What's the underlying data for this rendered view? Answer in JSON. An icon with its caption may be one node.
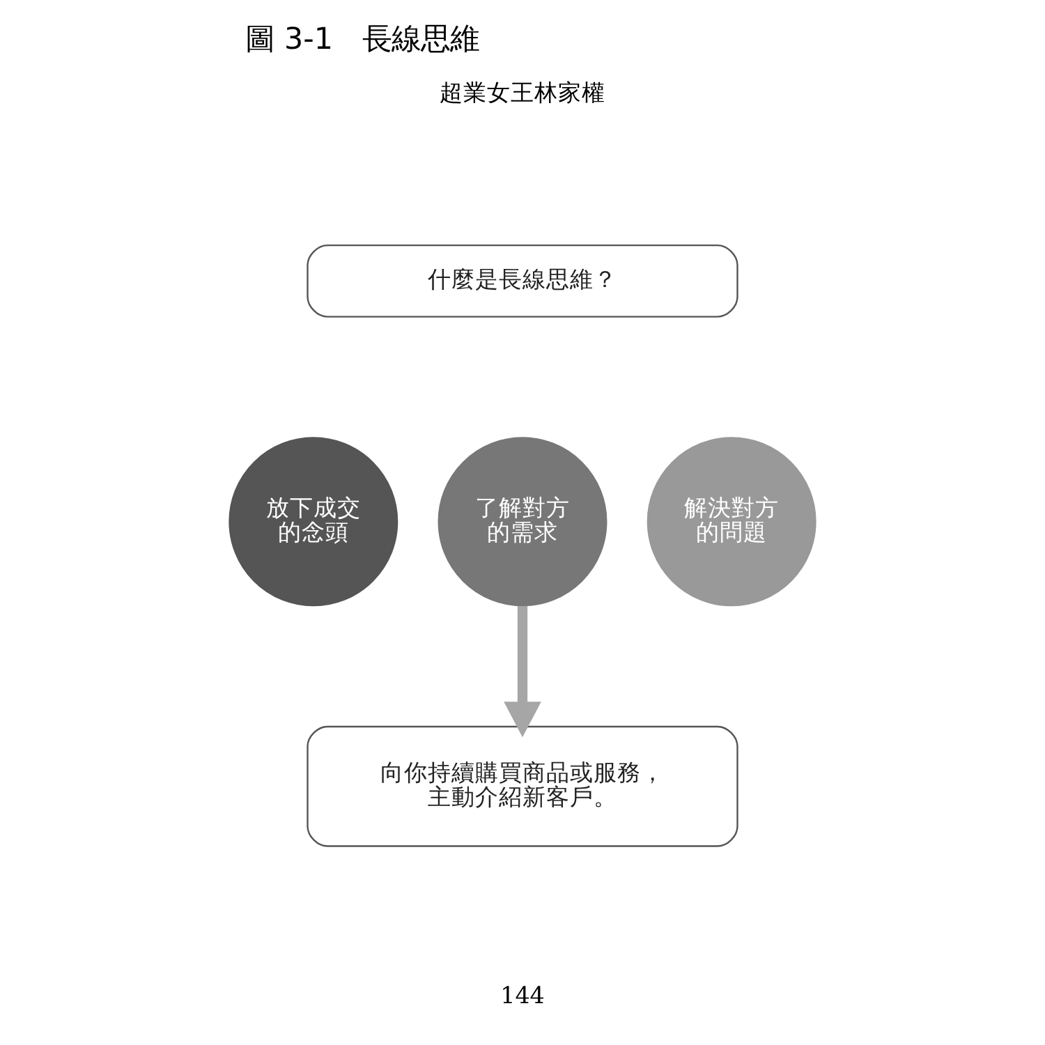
{
  "diagram": {
    "title": "圖 3-1　長線思維",
    "nodes": [
      {
        "text": [
          "什麼是長線思維？"
        ]
      },
      {
        "text": [
          "放下成交的念頭"
        ]
      },
      {
        "text": [
          "了解對方的需求"
        ]
      },
      {
        "text": [
          "解決對方的問題"
        ]
      },
      {
        "text": [
          "向你持續購買商品或服務，主動介紹新客戶。"
        ]
      }
    ],
    "edges": [
      {
        "from": 2,
        "to": 4,
        "arrow": "to",
        "color": "#a6a6a6"
      }
    ],
    "labels": [
      "超業女王林家權",
      "144"
    ]
  }
}
